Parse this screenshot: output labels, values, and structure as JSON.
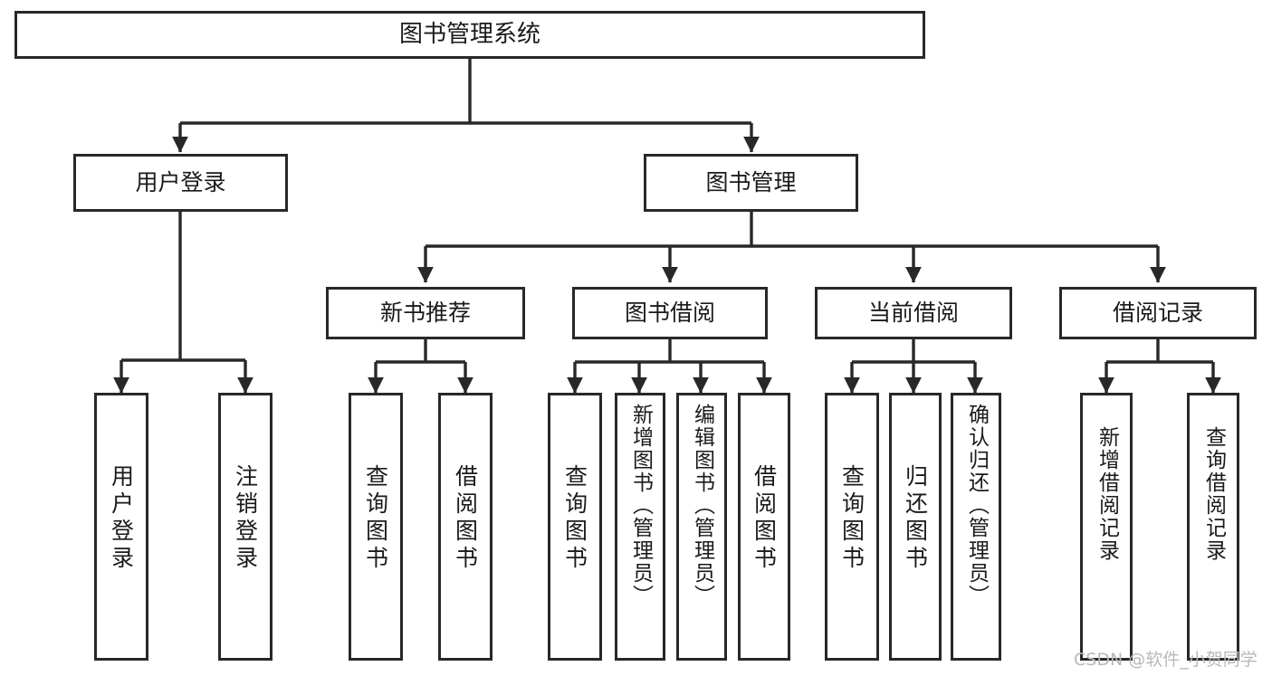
{
  "diagram": {
    "title": "图书管理系统",
    "type": "hierarchy-tree",
    "root": {
      "id": "root",
      "label": "图书管理系统"
    },
    "level1": [
      {
        "id": "user-login",
        "label": "用户登录"
      },
      {
        "id": "book-management",
        "label": "图书管理"
      }
    ],
    "level2": [
      {
        "id": "new-book-recommend",
        "label": "新书推荐",
        "parent": "book-management"
      },
      {
        "id": "book-borrow",
        "label": "图书借阅",
        "parent": "book-management"
      },
      {
        "id": "current-borrow",
        "label": "当前借阅",
        "parent": "book-management"
      },
      {
        "id": "borrow-record",
        "label": "借阅记录",
        "parent": "book-management"
      }
    ],
    "leaves": [
      {
        "id": "leaf-user-login",
        "label": "用户登录",
        "parent": "user-login"
      },
      {
        "id": "leaf-logout-login",
        "label": "注销登录",
        "parent": "user-login"
      },
      {
        "id": "leaf-query-book-1",
        "label": "查询图书",
        "parent": "new-book-recommend"
      },
      {
        "id": "leaf-borrow-book-1",
        "label": "借阅图书",
        "parent": "new-book-recommend"
      },
      {
        "id": "leaf-query-book-2",
        "label": "查询图书",
        "parent": "book-borrow"
      },
      {
        "id": "leaf-add-book",
        "label": "新增图书（管理员）",
        "parent": "book-borrow"
      },
      {
        "id": "leaf-edit-book",
        "label": "编辑图书（管理员）",
        "parent": "book-borrow"
      },
      {
        "id": "leaf-borrow-book-2",
        "label": "借阅图书",
        "parent": "book-borrow"
      },
      {
        "id": "leaf-query-book-3",
        "label": "查询图书",
        "parent": "current-borrow"
      },
      {
        "id": "leaf-return-book",
        "label": "归还图书",
        "parent": "current-borrow"
      },
      {
        "id": "leaf-confirm-return",
        "label": "确认归还（管理员）",
        "parent": "current-borrow"
      },
      {
        "id": "leaf-add-record",
        "label": "新增借阅记录",
        "parent": "borrow-record"
      },
      {
        "id": "leaf-query-record",
        "label": "查询借阅记录",
        "parent": "borrow-record"
      }
    ],
    "colors": {
      "stroke": "#282828",
      "fill": "#ffffff",
      "text": "#1a1a1a",
      "watermark": "#b9b9b9"
    }
  },
  "watermark": {
    "text": "CSDN @软件_小贺同学"
  }
}
